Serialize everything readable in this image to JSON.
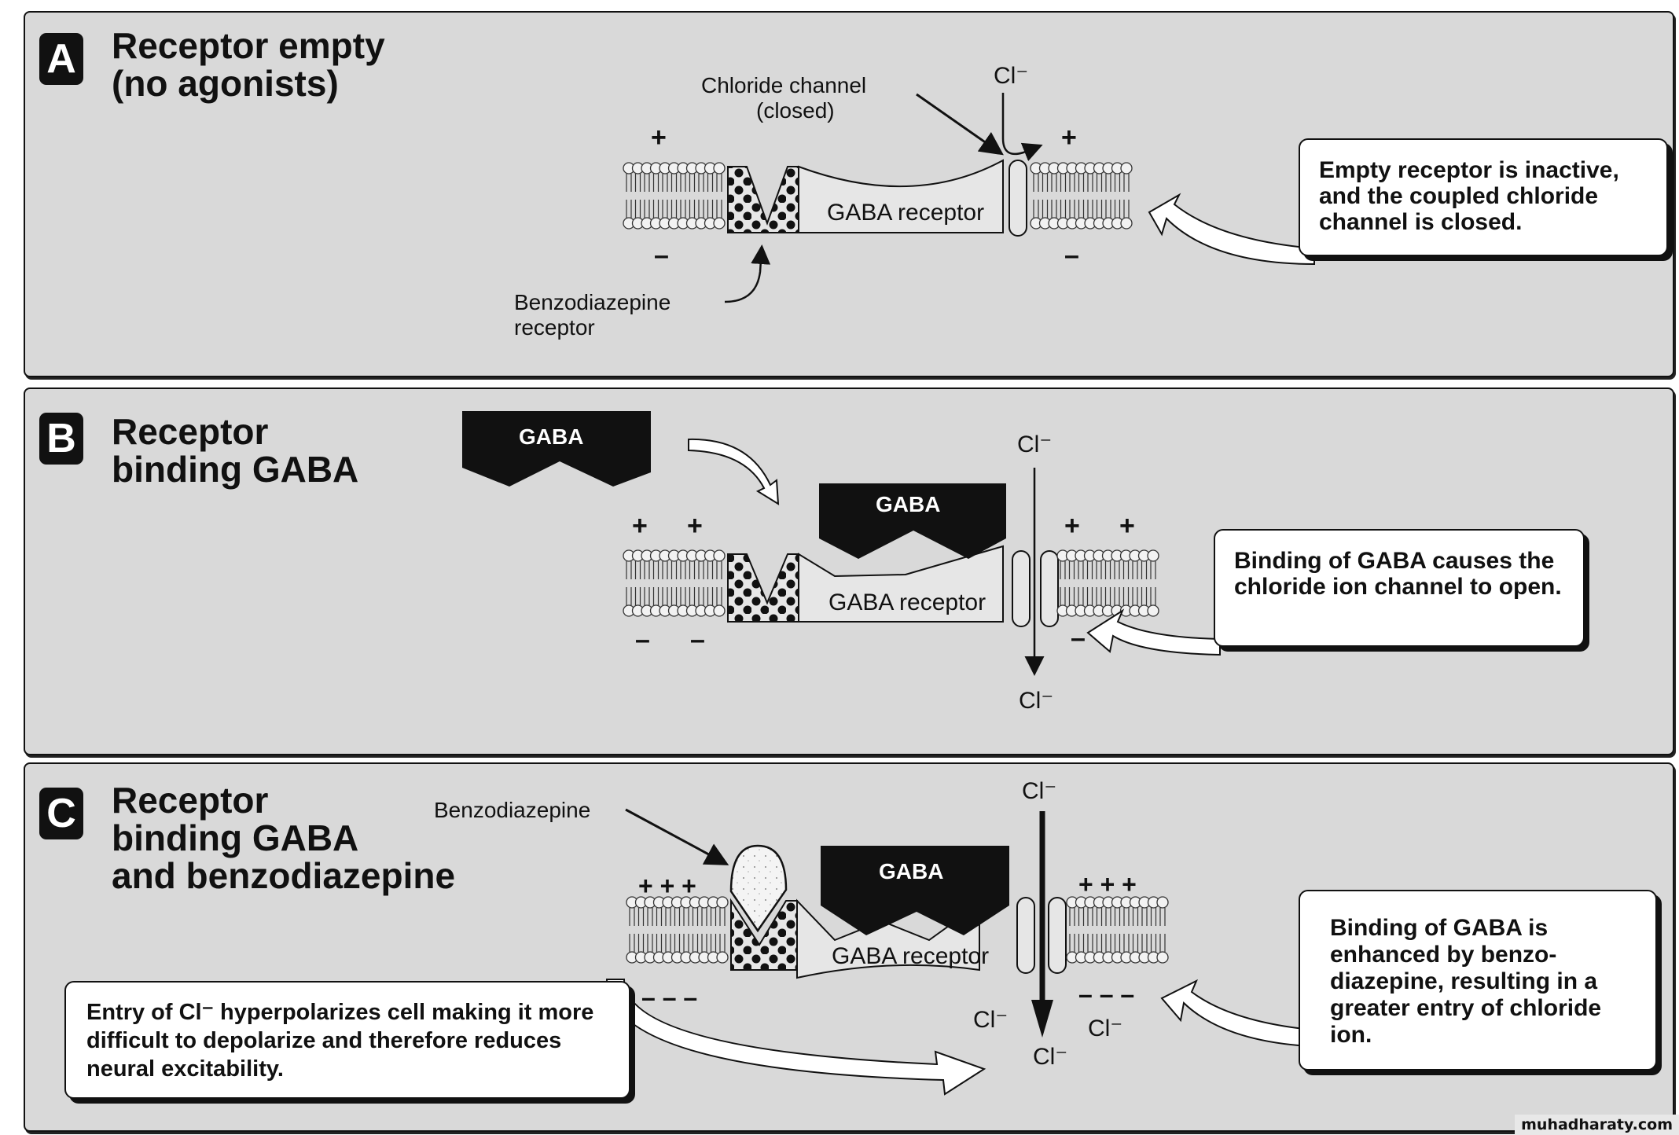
{
  "panels": {
    "a": {
      "badge": "A",
      "title": "Receptor empty\n(no agonists)",
      "labels": {
        "channel": "Chloride channel",
        "channel_state": "(closed)",
        "ion": "Cl⁻",
        "receptor": "GABA receptor",
        "bzd_receptor_1": "Benzodiazepine",
        "bzd_receptor_2": "receptor",
        "plus": "+",
        "minus": "–"
      },
      "callout": "Empty receptor is inactive, and the coupled chloride channel is closed."
    },
    "b": {
      "badge": "B",
      "title": "Receptor\nbinding GABA",
      "labels": {
        "gaba_free": "GABA",
        "gaba_bound": "GABA",
        "receptor": "GABA receptor",
        "ion_top": "Cl⁻",
        "ion_bottom": "Cl⁻",
        "plus": "+",
        "minus": "–"
      },
      "callout": "Binding of GABA causes the chloride ion channel to open."
    },
    "c": {
      "badge": "C",
      "title": "Receptor\nbinding GABA\nand benzodiazepine",
      "labels": {
        "bzd": "Benzodiazepine",
        "gaba_bound": "GABA",
        "receptor": "GABA receptor",
        "ion_top": "Cl⁻",
        "ion_left": "Cl⁻",
        "ion_right": "Cl⁻",
        "ion_bottom": "Cl⁻",
        "plus3": "+ + +",
        "minus3": "– – –"
      },
      "callout_left": "Entry of Cl⁻ hyperpolarizes cell making it more difficult to depolarize and therefore reduces neural excitability.",
      "callout_right": "Binding of GABA is enhanced by benzo-diazepine, resulting in a greater entry of chloride ion."
    }
  },
  "watermark": "muhadharaty.com"
}
